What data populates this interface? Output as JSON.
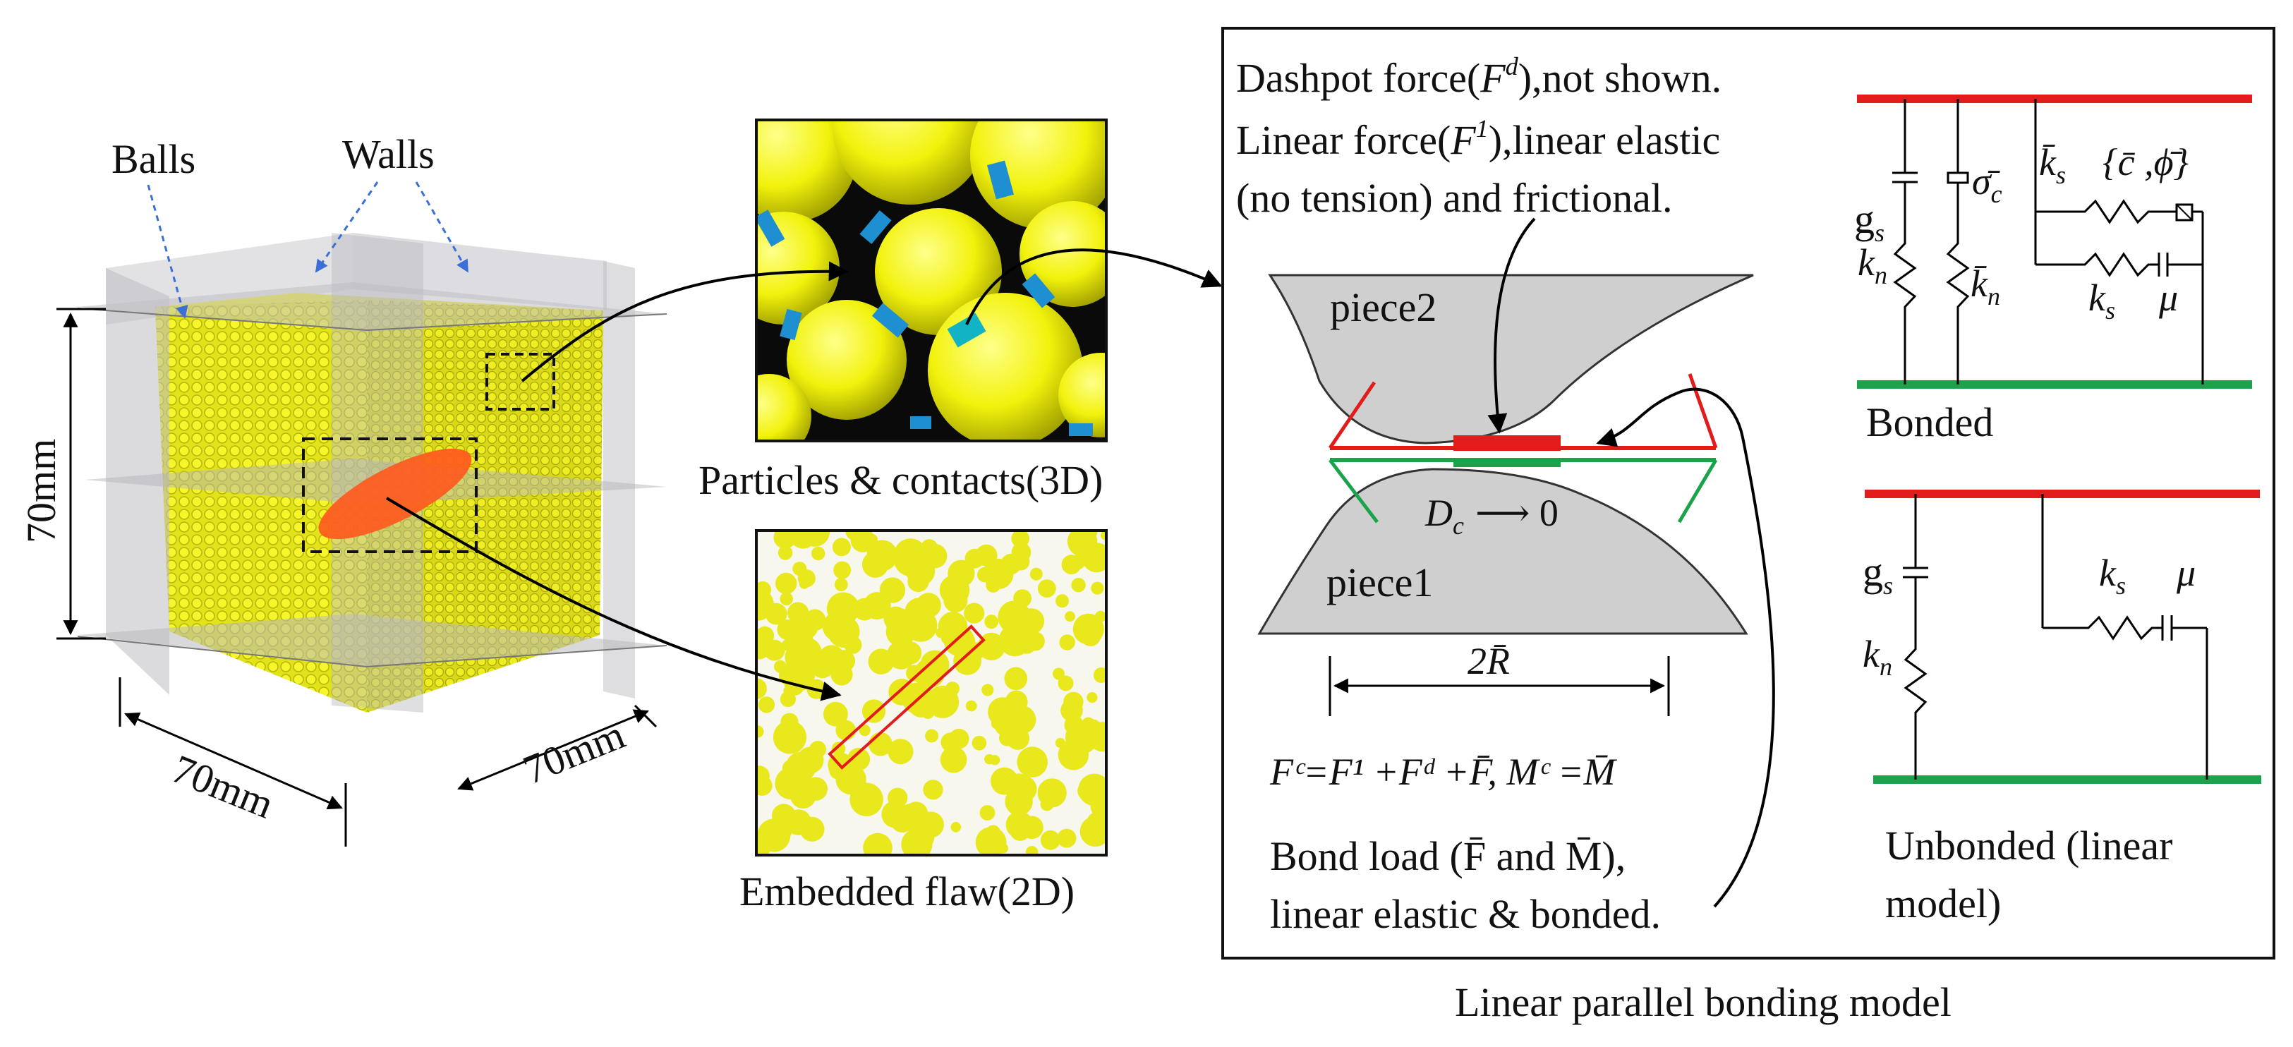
{
  "left_cube": {
    "balls_label": "Balls",
    "walls_label": "Walls",
    "dim_vertical": "70mm",
    "dim_front": "70mm",
    "dim_side": "70mm"
  },
  "middle": {
    "particles_caption": "Particles & contacts(3D)",
    "flaw_caption": "Embedded flaw(2D)"
  },
  "model_box": {
    "title": "Linear parallel bonding model",
    "dashpot_text_a": "Dashpot force(",
    "dashpot_text_b": "),not shown.",
    "linear_text_a": "Linear force(",
    "linear_text_b": "),linear elastic",
    "linear_text_c": "(no tension) and frictional.",
    "piece_top": "piece2",
    "piece_bottom": "piece1",
    "gap_label": "D",
    "gap_sub": "c",
    "gap_arrow": "⟶ 0",
    "width_label": "2R̄",
    "force_equation": "Fᶜ=F¹ +Fᵈ +F̄,  Mᶜ =M̄",
    "bond_load_a": "Bond load (F̄ and M̄),",
    "bond_load_b": "linear elastic & bonded."
  },
  "bonded": {
    "caption": "Bonded",
    "g_s": "g",
    "sigma_c": "σ̄",
    "k_s_bar": "k̄",
    "c_phi": "{c̄ ,ϕ̄}",
    "k_n": "k",
    "k_n_bar": "k̄",
    "k_s": "k",
    "mu": "μ"
  },
  "unbonded": {
    "caption_line1": "Unbonded (linear",
    "caption_line2": "model)",
    "g_s": "g",
    "k_s": "k",
    "mu": "μ",
    "k_n": "k"
  },
  "colors": {
    "top_plate": "#e21b1b",
    "bottom_plate": "#1aa34a",
    "ball": "#f1f11a",
    "contact": "#1e90d2",
    "flaw": "#ff5a1e",
    "piece": "#cccccc",
    "wall": "#c8c8cc"
  }
}
